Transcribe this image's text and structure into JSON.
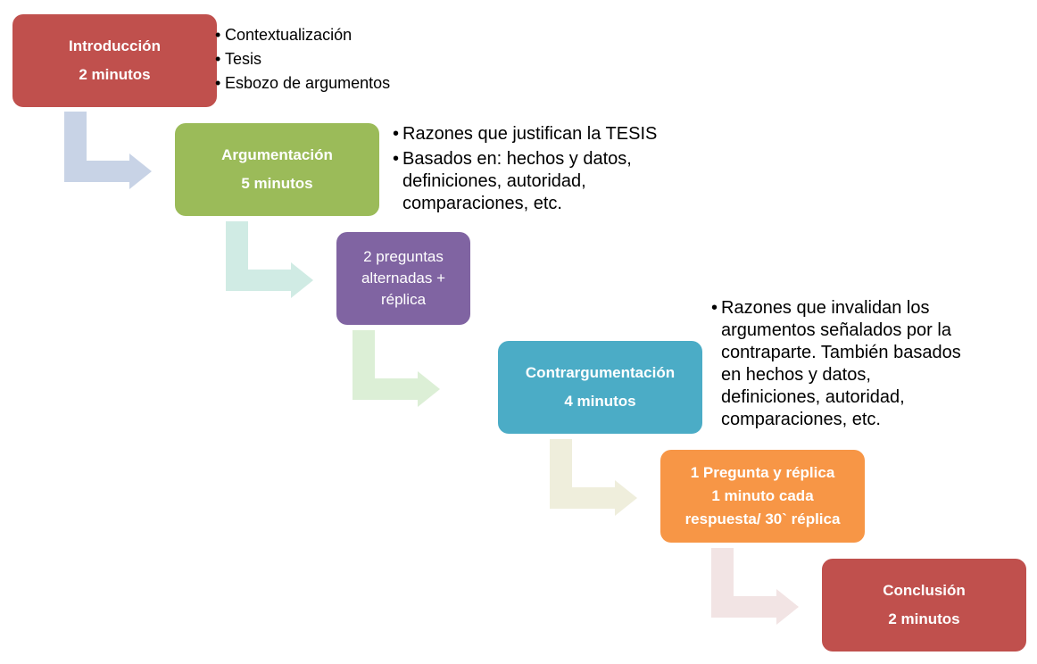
{
  "colors": {
    "red": "#C0504D",
    "green": "#9BBB59",
    "purple": "#8064A2",
    "teal": "#4BACC6",
    "orange": "#F79646",
    "arrow_blue": "#C8D3E6",
    "arrow_teal": "#D0EBE4",
    "arrow_green": "#DCEFD6",
    "arrow_beige": "#EFEEDC",
    "arrow_pink": "#F2E4E4"
  },
  "steps": [
    {
      "title": "Introducción",
      "subtitle": "2 minutos"
    },
    {
      "title": "Argumentación",
      "subtitle": "5 minutos"
    },
    {
      "line1": "2 preguntas",
      "line2": "alternadas +",
      "line3": "réplica"
    },
    {
      "title": "Contrargumentación",
      "subtitle": "4 minutos"
    },
    {
      "title": "1 Pregunta y réplica",
      "line2": "1 minuto cada",
      "line3": "respuesta/ 30` réplica"
    },
    {
      "title": "Conclusión",
      "subtitle": "2 minutos"
    }
  ],
  "notes": {
    "intro": [
      "Contextualización",
      "Tesis",
      "Esbozo de argumentos"
    ],
    "argumentacion": {
      "b1": "Razones que justifican la TESIS",
      "b2_l1": "Basados en: hechos y datos,",
      "b2_l2": "definiciones, autoridad,",
      "b2_l3": "comparaciones, etc."
    },
    "contra": {
      "l1": "Razones que invalidan los",
      "l2": "argumentos señalados por la",
      "l3": "contraparte. También basados",
      "l4": "en hechos y datos,",
      "l5": "definiciones, autoridad,",
      "l6": "comparaciones, etc."
    }
  }
}
